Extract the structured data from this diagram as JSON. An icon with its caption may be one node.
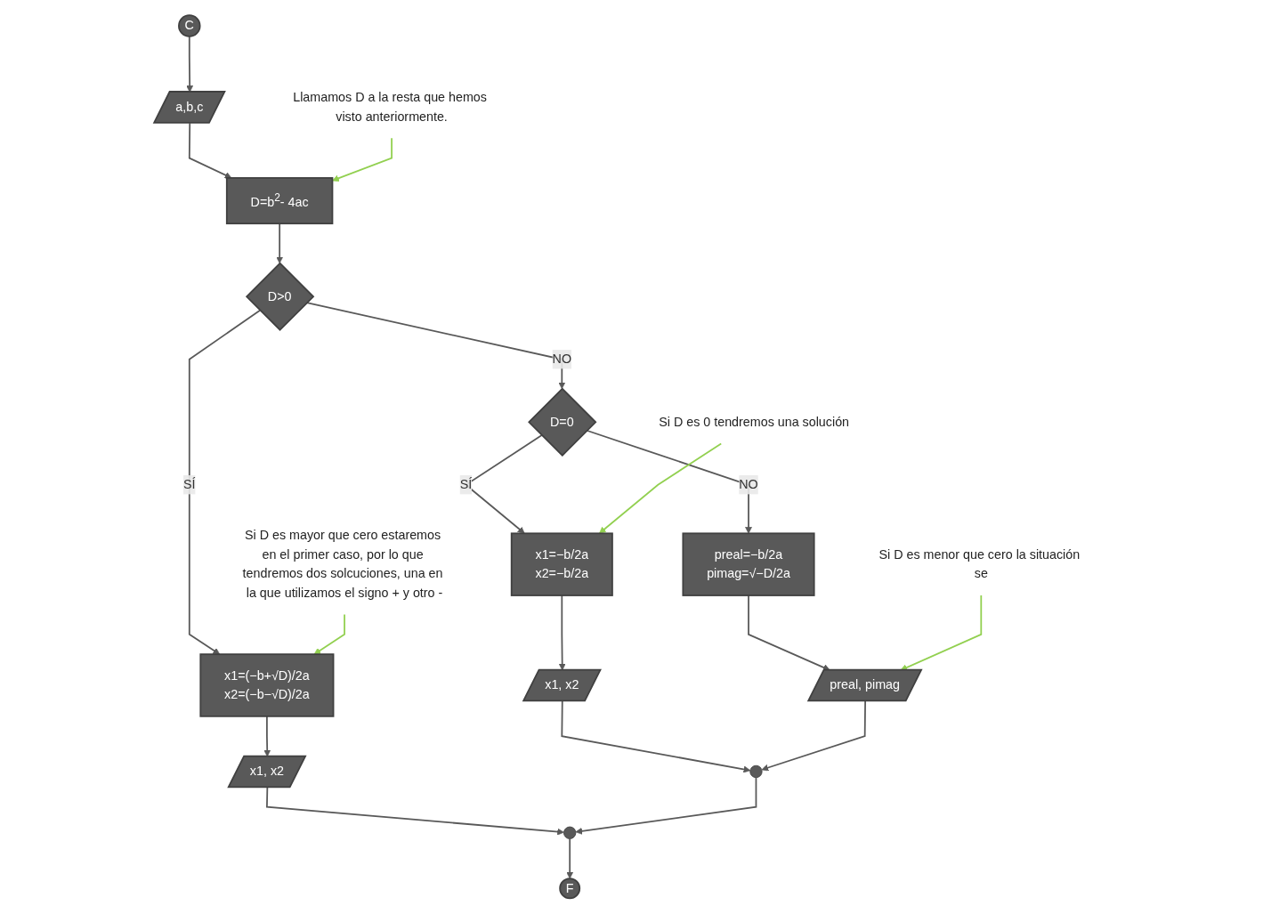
{
  "diagram": {
    "nodes": [
      {
        "text": [
          "C"
        ]
      },
      {
        "text": [
          "a,b,c"
        ]
      },
      {
        "text": [
          "D=b$^{2}$- 4ac"
        ]
      },
      {
        "text": [
          "D>0"
        ]
      },
      {
        "text": [
          "x1=(−b+√D)/2a",
          "x2=(−b−√D)/2a"
        ]
      },
      {
        "text": [
          "x1, x2"
        ]
      },
      {
        "text": [
          "D=0"
        ]
      },
      {
        "text": [
          "x1=−b/2a",
          "x2=−b/2a"
        ]
      },
      {
        "text": [
          "x1, x2"
        ]
      },
      {
        "text": [
          "preal=−b/2a",
          "pimag=√−D/2a"
        ]
      },
      {
        "text": [
          "preal, pimag"
        ]
      },
      {
        "text": [],
        "shape": "circle"
      },
      {
        "text": [],
        "shape": "circle"
      },
      {
        "text": [
          "F"
        ]
      },
      {
        "text": [
          "Si D es mayor que cero estaremos en el primer caso, por lo que tendremos dos solcuciones, una en la que utilizamos el signo + y otro -"
        ]
      },
      {
        "text": [
          "Llamamos D a la resta que hemos visto anteriormente."
        ]
      },
      {
        "text": [
          "Si D es 0 tendremos una solución"
        ]
      },
      {
        "text": [
          "Si D es menor que cero la situación se"
        ]
      }
    ],
    "edges": [
      {
        "from": 0,
        "to": 1,
        "arrow": "to"
      },
      {
        "from": 1,
        "to": 2,
        "arrow": "to"
      },
      {
        "from": 2,
        "to": 3,
        "arrow": "to"
      },
      {
        "from": 3,
        "to": 4,
        "label": "SÍ",
        "arrow": "to"
      },
      {
        "from": 3,
        "to": 6,
        "label": "NO",
        "arrow": "to"
      },
      {
        "from": 6,
        "to": 7,
        "label": "SÍ",
        "arrow": "to"
      },
      {
        "from": 6,
        "to": 9,
        "label": "NO",
        "arrow": "to"
      },
      {
        "from": 4,
        "to": 5,
        "arrow": "to"
      },
      {
        "from": 7,
        "to": 8,
        "arrow": "to"
      },
      {
        "from": 9,
        "to": 10,
        "arrow": "to"
      },
      {
        "from": 8,
        "to": 11,
        "arrow": "to"
      },
      {
        "from": 10,
        "to": 11,
        "arrow": "to"
      },
      {
        "from": 5,
        "to": 12,
        "arrow": "to"
      },
      {
        "from": 11,
        "to": 12,
        "arrow": "to"
      },
      {
        "from": 12,
        "to": 13,
        "arrow": "to"
      },
      {
        "from": 14,
        "to": 4,
        "arrow": "to",
        "color": "#92d050"
      },
      {
        "from": 15,
        "to": 2,
        "arrow": "to",
        "color": "#92d050"
      },
      {
        "from": 16,
        "to": 7,
        "arrow": "to",
        "color": "#92d050"
      },
      {
        "from": 17,
        "to": 10,
        "arrow": "to",
        "color": "#92d050"
      }
    ]
  }
}
